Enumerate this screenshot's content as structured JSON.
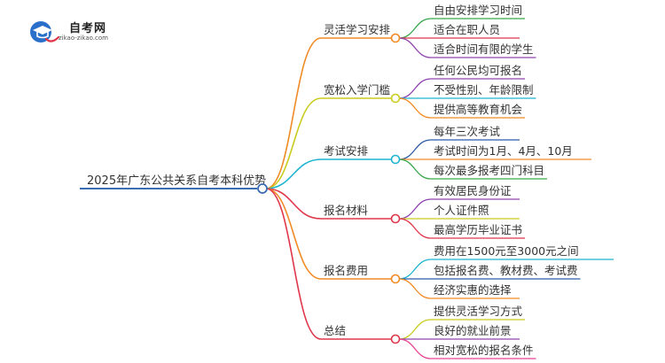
{
  "logo": {
    "title": "自考网",
    "subtitle": "zikao-zikao.com",
    "icon": "graduation-cap-icon",
    "accent": "#2a6fc9"
  },
  "root": {
    "label": "2025年广东公共关系自考本科优势",
    "color": "#3b6db3"
  },
  "branches": [
    {
      "label": "灵活学习安排",
      "color": "#f08a24",
      "children": [
        {
          "label": "自由安排学习时间",
          "color": "#3aa64a"
        },
        {
          "label": "适合在职人员",
          "color": "#e0364a"
        },
        {
          "label": "适合时间有限的学生",
          "color": "#8e44ad"
        }
      ]
    },
    {
      "label": "宽松入学门槛",
      "color": "#c9cc1f",
      "children": [
        {
          "label": "任何公民均可报名",
          "color": "#8e44ad"
        },
        {
          "label": "不受性别、年龄限制",
          "color": "#1fb5d0"
        },
        {
          "label": "提供高等教育机会",
          "color": "#f08a24"
        }
      ]
    },
    {
      "label": "考试安排",
      "color": "#1fb5d0",
      "children": [
        {
          "label": "每年三次考试",
          "color": "#2d5aa6"
        },
        {
          "label": "考试时间为1月、4月、10月",
          "color": "#f08a24"
        },
        {
          "label": "每次最多报考四门科目",
          "color": "#3aa64a"
        }
      ]
    },
    {
      "label": "报名材料",
      "color": "#e0364a",
      "children": [
        {
          "label": "有效居民身份证",
          "color": "#8e44ad"
        },
        {
          "label": "个人证件照",
          "color": "#c9cc1f"
        },
        {
          "label": "最高学历毕业证书",
          "color": "#e0364a"
        }
      ]
    },
    {
      "label": "报名费用",
      "color": "#f08a24",
      "children": [
        {
          "label": "费用在1500元至3000元之间",
          "color": "#1fb5d0"
        },
        {
          "label": "包括报名费、教材费、考试费",
          "color": "#2d5aa6"
        },
        {
          "label": "经济实惠的选择",
          "color": "#f08a24"
        }
      ]
    },
    {
      "label": "总结",
      "color": "#e0364a",
      "children": [
        {
          "label": "提供灵活学习方式",
          "color": "#c9cc1f"
        },
        {
          "label": "良好的就业前景",
          "color": "#8e44ad"
        },
        {
          "label": "相对宽松的报名条件",
          "color": "#e84393"
        }
      ]
    }
  ]
}
